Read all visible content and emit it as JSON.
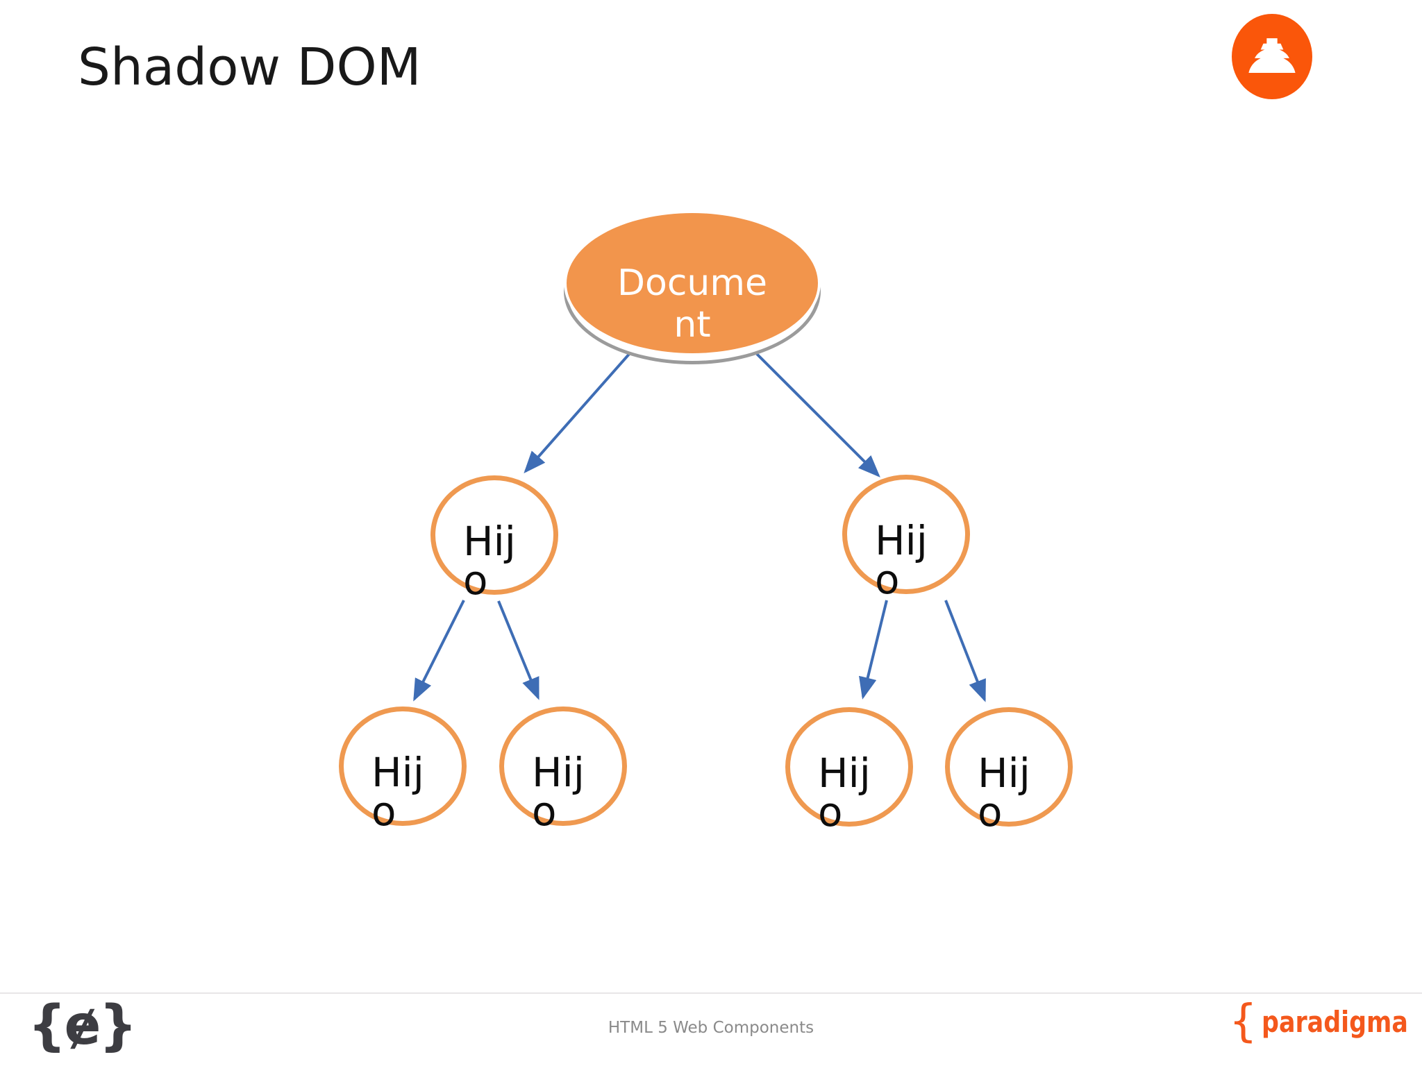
{
  "slide": {
    "title": "Shadow DOM",
    "footer": {
      "center_text": "HTML 5 Web Components",
      "left_logo_glyph": "{ɇ}",
      "right_logo_brace": "{",
      "right_logo_text": "paradigma"
    },
    "icons": {
      "top_right_badge": "pagoda-icon",
      "left_logo": "braces-e-logo"
    },
    "colors": {
      "node_fill_orange": "#f2954c",
      "node_stroke_orange": "#ef9950",
      "arrow_blue": "#3e6db5",
      "shadow_gray": "#9b9b9b",
      "badge_orange": "#fa560a",
      "brand_orange": "#f4581c",
      "footer_text_gray": "#8a8a8a"
    }
  },
  "diagram": {
    "root": {
      "label": "Document"
    },
    "level2": [
      {
        "label": "Hijo"
      },
      {
        "label": "Hijo"
      }
    ],
    "level3": [
      {
        "label": "Hijo"
      },
      {
        "label": "Hijo"
      },
      {
        "label": "Hijo"
      },
      {
        "label": "Hijo"
      }
    ]
  }
}
